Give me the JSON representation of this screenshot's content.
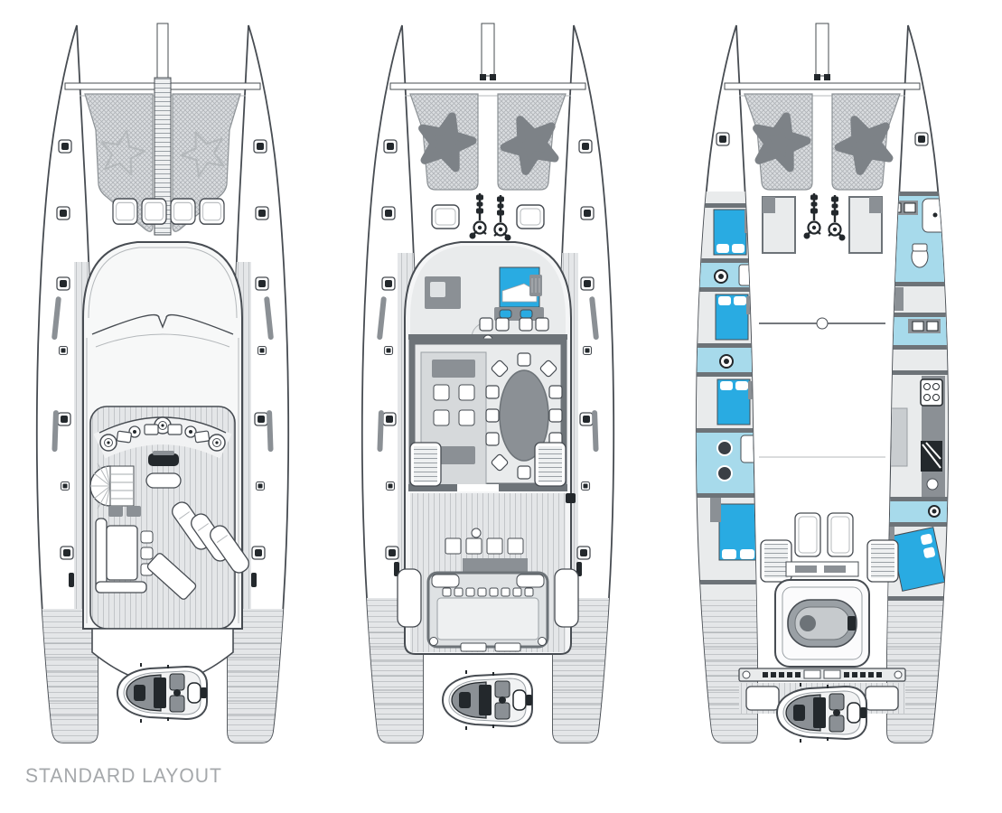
{
  "page": {
    "background": "#ffffff",
    "label": "STANDARD LAYOUT"
  },
  "colors": {
    "pageBg": "#ffffff",
    "outline": "#474c52",
    "wall": "#6d7378",
    "furn": "#8b9095",
    "dark": "#23282c",
    "floor": "#e9ebec",
    "panel": "#dfe2e4",
    "deck": "#f6f7f8",
    "teakBg": "#e4e6e8",
    "teakLine": "#c2c5c8",
    "netBg": "#dadde0",
    "netLine": "#b0b4b8",
    "bedBlue": "#29abe2",
    "bathBlue": "#a7daeb",
    "starfish": "#7d8287",
    "starOutline": "#b4b8bb",
    "caption": "#a5a8ab",
    "steps": "#a6abae"
  },
  "plans": [
    {
      "name": "fly-deck"
    },
    {
      "name": "main-deck"
    },
    {
      "name": "lower-deck"
    }
  ],
  "icons": [
    "starfish-icon",
    "windlass-icon",
    "deck-hatch-icon",
    "deck-light-icon",
    "helm-gauge-icon",
    "helm-console-icon",
    "spiral-staircase-icon",
    "sun-lounger-icon",
    "dining-table-icon",
    "double-bed-icon",
    "toilet-icon",
    "sink-icon",
    "stove-icon",
    "tender-dinghy-icon",
    "garage-dinghy-icon"
  ]
}
